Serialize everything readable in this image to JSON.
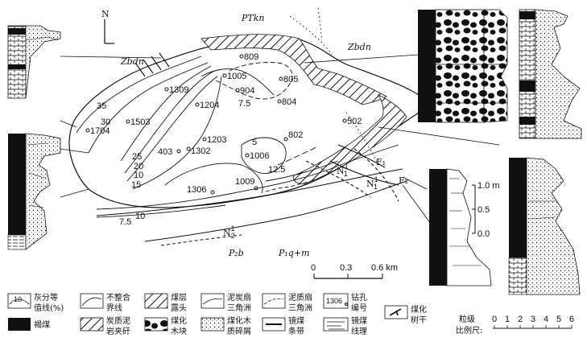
{
  "north": "N",
  "units": {
    "PTkn": "PTkn",
    "Zbdn_w": "Zbdn",
    "Zbdn_e": "Zbdn",
    "N1": "N",
    "N1_sup": "1",
    "N1_sub": "1",
    "N2": "N",
    "N2_sup": "1",
    "N2_sub": "2",
    "P2b": "P₂b",
    "P1qm": "P₁q+m",
    "F1": "F₁",
    "F2": "F₂"
  },
  "isolines": [
    "35",
    "30",
    "25",
    "20",
    "15",
    "10",
    "10",
    "7.5",
    "7.5",
    "5",
    "12.5"
  ],
  "wells": [
    "1704",
    "1503",
    "1309",
    "1204",
    "1005",
    "904",
    "809",
    "805",
    "804",
    "502",
    "802",
    "1203",
    "1302",
    "1006",
    "1009",
    "1306",
    "403"
  ],
  "scale": {
    "ticks": [
      "0",
      "0.3",
      "0.6 km"
    ]
  },
  "column_scale": {
    "ticks": [
      "1.0 m",
      "0.5",
      "0.0"
    ]
  },
  "legend": {
    "items": [
      {
        "icon": "isoline",
        "label_1": "灰分等",
        "label_2": "值线(%)",
        "icon_text": "10"
      },
      {
        "icon": "unconformity",
        "label_1": "不整合",
        "label_2": "界线"
      },
      {
        "icon": "outcrop",
        "label_1": "煤层",
        "label_2": "露头"
      },
      {
        "icon": "peat-fan",
        "label_1": "泥炭扇",
        "label_2": "三角洲"
      },
      {
        "icon": "mud-fan",
        "label_1": "泥质扇",
        "label_2": "三角洲"
      },
      {
        "icon": "borehole",
        "label_1": "钻孔",
        "label_2": "编号",
        "icon_text": "1306"
      },
      {
        "icon": "lignite",
        "label_1": "褐煤",
        "label_2": ""
      },
      {
        "icon": "carbonaceous",
        "label_1": "炭质泥",
        "label_2": "岩夹矸"
      },
      {
        "icon": "wood-block",
        "label_1": "煤化",
        "label_2": "木块"
      },
      {
        "icon": "wood-debris",
        "label_1": "煤化木",
        "label_2": "质碎屑"
      },
      {
        "icon": "vitrain-band",
        "label_1": "镜煤",
        "label_2": "条带"
      },
      {
        "icon": "vitrain-lens",
        "label_1": "镜煤",
        "label_2": "线理"
      },
      {
        "icon": "trunk",
        "label_1": "煤化",
        "label_2": "树干"
      }
    ],
    "grain_scale": {
      "label_1": "粒级",
      "label_2": "比例尺:",
      "ticks": [
        "0",
        "1",
        "2",
        "3",
        "4",
        "5",
        "6"
      ]
    }
  }
}
